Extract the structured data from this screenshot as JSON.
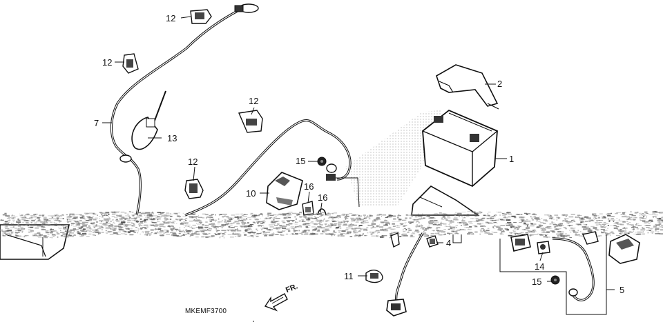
{
  "diagram": {
    "code": "MKEMF3700",
    "direction_label": "FR.",
    "callouts": {
      "c12a": "12",
      "c12b": "12",
      "c12c": "12",
      "c12d": "12",
      "c7": "7",
      "c13": "13",
      "c15a": "15",
      "c10": "10",
      "c16a": "16",
      "c16b": "16",
      "c2": "2",
      "c1": "1",
      "c4": "4",
      "c11": "11",
      "c14": "14",
      "c15b": "15",
      "c5": "5"
    }
  }
}
